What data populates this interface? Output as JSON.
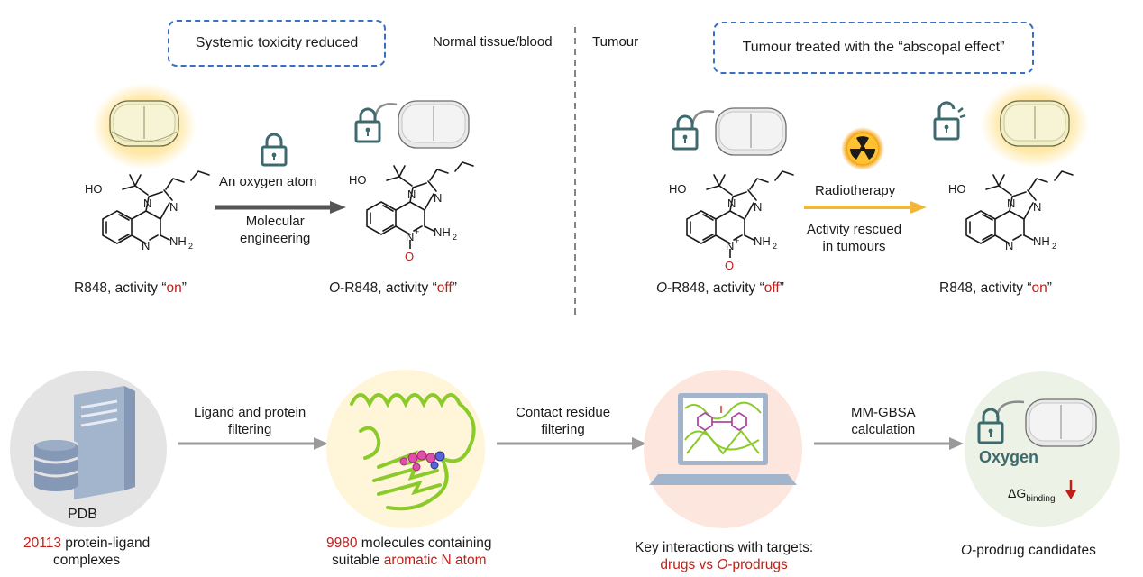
{
  "top": {
    "box_left": "Systemic toxicity reduced",
    "box_right": "Tumour treated with the “abscopal effect”",
    "region_left": "Normal tissue/blood",
    "region_right": "Tumour",
    "arrow1_top": "An oxygen atom",
    "arrow1_bottom_l1": "Molecular",
    "arrow1_bottom_l2": "engineering",
    "arrow2_top": "Radiotherapy",
    "arrow2_bottom_l1": "Activity rescued",
    "arrow2_bottom_l2": "in tumours",
    "cap1_prefix": "R848, activity “",
    "cap1_state": "on",
    "cap1_suffix": "”",
    "cap2_italic": "O",
    "cap2_prefix": "-R848, activity “",
    "cap2_state": "off",
    "cap2_suffix": "”",
    "cap3_italic": "O",
    "cap3_prefix": "-R848, activity “",
    "cap3_state": "off",
    "cap3_suffix": "”",
    "cap4_prefix": "R848, activity “",
    "cap4_state": "on",
    "cap4_suffix": "”",
    "chem": {
      "ho": "HO",
      "n1": "N",
      "n2": "N",
      "n_quin": "N",
      "nh2": "NH",
      "nh2_sub": "2",
      "o_minus": "O",
      "plus": "+",
      "minus": "−"
    }
  },
  "bottom": {
    "pdb_label": "PDB",
    "step1_l1": "Ligand and protein",
    "step1_l2": "filtering",
    "step2_l1": "Contact residue",
    "step2_l2": "filtering",
    "step3_l1": "MM-GBSA",
    "step3_l2": "calculation",
    "oxygen_label": "Oxygen",
    "dg_symbol": "ΔG",
    "dg_sub": "binding",
    "cap1_num": "20113",
    "cap1_rest": " protein-ligand",
    "cap1_l2": "complexes",
    "cap2_num": "9980",
    "cap2_rest": " molecules containing",
    "cap2_l2_prefix": "suitable ",
    "cap2_l2_red": "aromatic N atom",
    "cap3_l1": "Key interactions with targets:",
    "cap3_l2_a": "drugs vs ",
    "cap3_l2_italic": "O",
    "cap3_l2_b": "-prodrugs",
    "cap4_italic": "O",
    "cap4_rest": "-prodrug candidates"
  },
  "colors": {
    "dashed_box": "#3a6fc4",
    "red_text": "#c0201a",
    "lock": "#3d6a6e",
    "radiation_arrow": "#f2b63a",
    "grey_arrow": "#9a9a9a"
  }
}
